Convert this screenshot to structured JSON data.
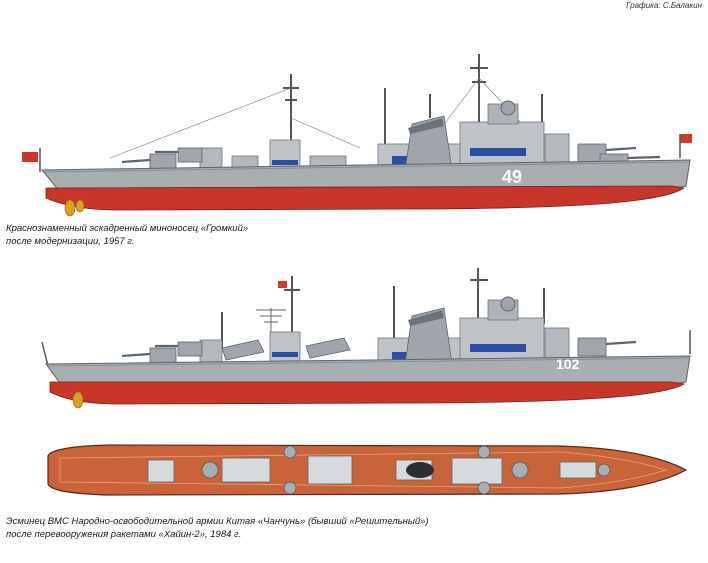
{
  "credit": "Графика: С.Балакин",
  "ship1": {
    "caption_line1": "Краснознаменный эскадренный миноносец «Громкий»",
    "caption_line2": "после модернизации, 1957 г.",
    "hull_number": "49"
  },
  "ship2": {
    "caption_line1": "Эсминец ВМС Народно-освободительной армии Китая «Чанчунь» (бывший «Решительный»)",
    "caption_line2": "после перевооружения ракетами «Хайин-2», 1984 г.",
    "hull_number": "102"
  },
  "colors": {
    "hull_grey": "#a9aeb3",
    "superstructure_grey": "#bfc3c7",
    "boot_red": "#c8362a",
    "deck_orange": "#c9643a",
    "window_blue": "#2d4fa3",
    "propeller_gold": "#d9a21b"
  }
}
